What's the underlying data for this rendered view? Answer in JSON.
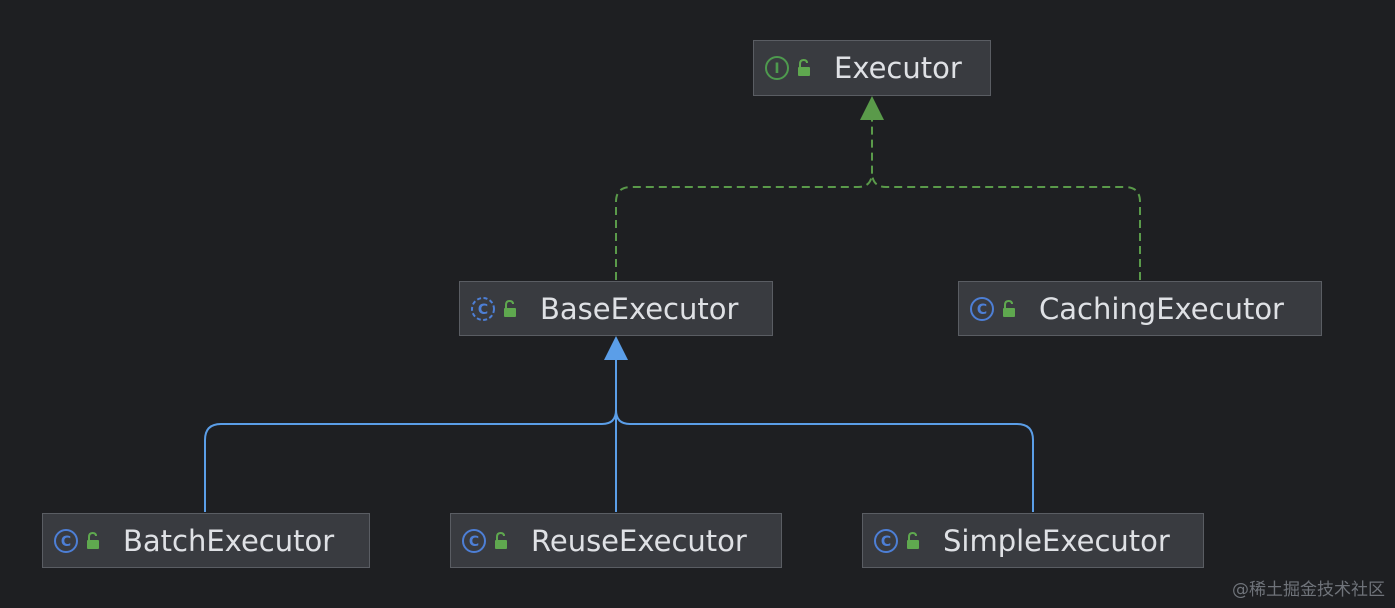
{
  "diagram": {
    "nodes": {
      "executor": {
        "label": "Executor",
        "kind": "interface",
        "kind_glyph": "I"
      },
      "base_executor": {
        "label": "BaseExecutor",
        "kind": "abstract-class",
        "kind_glyph": "C"
      },
      "caching_executor": {
        "label": "CachingExecutor",
        "kind": "class",
        "kind_glyph": "C"
      },
      "batch_executor": {
        "label": "BatchExecutor",
        "kind": "class",
        "kind_glyph": "C"
      },
      "reuse_executor": {
        "label": "ReuseExecutor",
        "kind": "class",
        "kind_glyph": "C"
      },
      "simple_executor": {
        "label": "SimpleExecutor",
        "kind": "class",
        "kind_glyph": "C"
      }
    },
    "edges": [
      {
        "from": "base_executor",
        "to": "executor",
        "type": "implements"
      },
      {
        "from": "caching_executor",
        "to": "executor",
        "type": "implements"
      },
      {
        "from": "batch_executor",
        "to": "base_executor",
        "type": "extends"
      },
      {
        "from": "reuse_executor",
        "to": "base_executor",
        "type": "extends"
      },
      {
        "from": "simple_executor",
        "to": "base_executor",
        "type": "extends"
      }
    ],
    "colors": {
      "background": "#1e1f22",
      "node_fill": "#393b40",
      "node_border": "#5a5d63",
      "text": "#dfe1e5",
      "implements_edge": "#5a9a4a",
      "extends_edge": "#5b9ee8",
      "interface_icon": "#4e9a4e",
      "class_icon": "#4d7fd6",
      "lock_icon": "#5fa84f"
    }
  },
  "watermark": "@稀土掘金技术社区"
}
